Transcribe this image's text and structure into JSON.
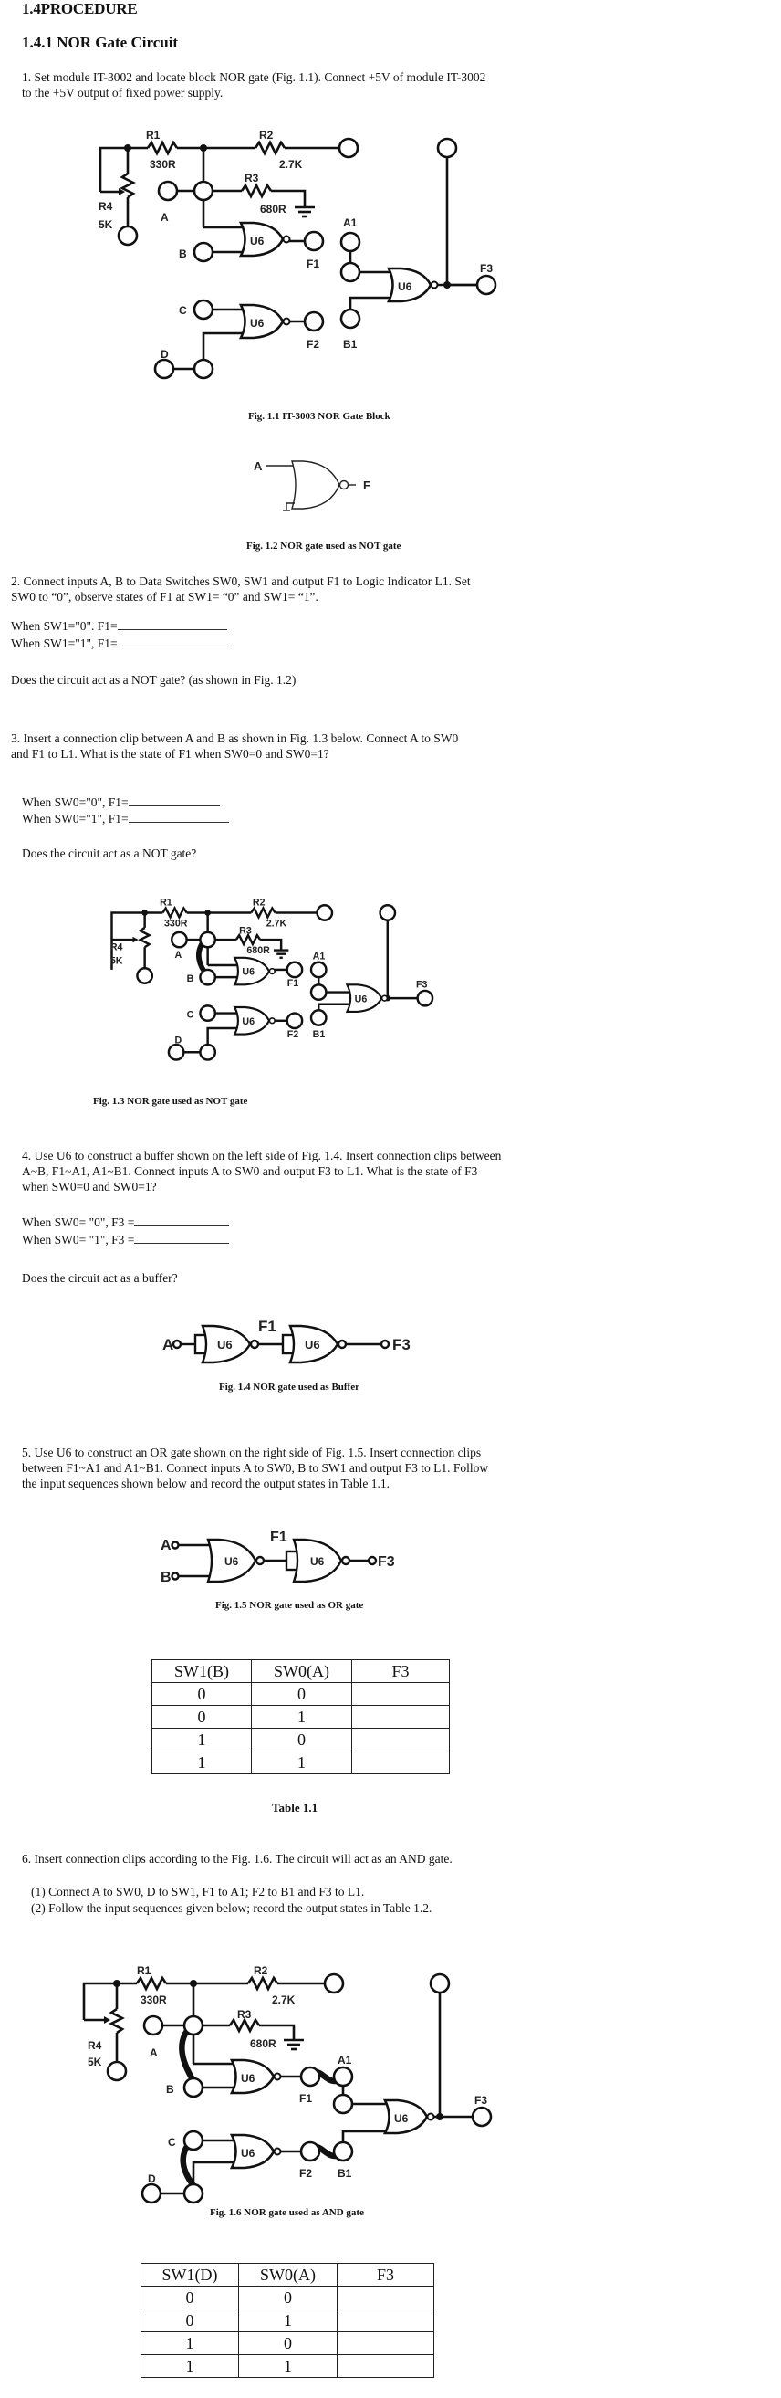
{
  "headings": {
    "section": "1.4PROCEDURE",
    "subsection": "1.4.1 NOR Gate Circuit"
  },
  "step1": {
    "lines": [
      "1. Set module IT-3002 and locate block NOR gate (Fig. 1.1). Connect +5V of module IT-3002",
      "to the +5V output of fixed power supply."
    ]
  },
  "circuit_labels": {
    "r1": "R1",
    "r1_val": "330R",
    "r2": "R2",
    "r2_val": "2.7K",
    "r3": "R3",
    "r3_val": "680R",
    "r4": "R4",
    "r4_val": "5K",
    "a": "A",
    "b": "B",
    "c": "C",
    "d": "D",
    "f1": "F1",
    "f2": "F2",
    "f3": "F3",
    "a1": "A1",
    "b1": "B1",
    "gate": "U6"
  },
  "fig1_1": {
    "caption": "Fig. 1.1 IT-3003 NOR Gate Block"
  },
  "fig1_2": {
    "caption": "Fig. 1.2 NOR gate used as NOT gate",
    "input": "A",
    "output": "F"
  },
  "step2": {
    "lines": [
      "2. Connect inputs A, B to Data Switches SW0, SW1 and output F1 to Logic Indicator L1. Set",
      "SW0 to “0”, observe states of F1 at SW1= “0” and SW1= “1”."
    ],
    "q1": "When SW1=\"0\". F1=",
    "q2": "When SW1=\"1\", F1=",
    "question": "Does the circuit act as a NOT gate? (as shown in Fig. 1.2)"
  },
  "step3": {
    "lines": [
      "3. Insert a connection clip between A and B as shown in Fig. 1.3 below. Connect A to SW0",
      "and F1 to L1. What is the state of F1 when SW0=0 and SW0=1?"
    ],
    "q1": "When SW0=\"0\", F1=",
    "q2": "When SW0=\"1\", F1=",
    "question": "Does the circuit act as a NOT gate?"
  },
  "fig1_3": {
    "caption": "Fig. 1.3 NOR gate used as NOT gate"
  },
  "step4": {
    "lines": [
      "4. Use U6 to construct a buffer shown on the left side of Fig. 1.4. Insert connection clips between",
      "A~B, F1~A1, A1~B1. Connect inputs A to SW0 and output F3 to L1. What is the state of F3",
      "when SW0=0 and SW0=1?"
    ],
    "q1": "When SW0= \"0\", F3 =",
    "q2": "When SW0= \"1\", F3 =",
    "question": "Does the circuit act as a buffer?"
  },
  "fig1_4": {
    "caption": "Fig. 1.4 NOR gate used as Buffer",
    "input": "A",
    "mid": "F1",
    "output": "F3",
    "gate": "U6"
  },
  "step5": {
    "lines": [
      "5. Use U6 to construct an OR gate shown on the right side of Fig. 1.5. Insert connection clips",
      "between F1~A1 and A1~B1. Connect inputs A to SW0, B to SW1 and output F3 to L1. Follow",
      "the input sequences shown below and record the output states in Table 1.1."
    ]
  },
  "fig1_5": {
    "caption": "Fig. 1.5 NOR gate used as OR gate",
    "input_a": "A",
    "input_b": "B",
    "mid": "F1",
    "output": "F3",
    "gate": "U6"
  },
  "table1_1": {
    "caption": "Table 1.1",
    "headers": [
      "SW1(B)",
      "SW0(A)",
      "F3"
    ],
    "rows": [
      [
        "0",
        "0",
        ""
      ],
      [
        "0",
        "1",
        ""
      ],
      [
        "1",
        "0",
        ""
      ],
      [
        "1",
        "1",
        ""
      ]
    ]
  },
  "step6": {
    "line": "6. Insert connection clips according to the Fig. 1.6. The circuit will act as an AND gate.",
    "sub1": "(1) Connect A to SW0, D to SW1, F1 to A1; F2 to B1 and F3 to L1.",
    "sub2": "(2) Follow the input sequences given below; record the output states in Table 1.2."
  },
  "fig1_6": {
    "caption": "Fig. 1.6 NOR gate used as AND gate"
  },
  "table1_2": {
    "headers": [
      "SW1(D)",
      "SW0(A)",
      "F3"
    ],
    "rows": [
      [
        "0",
        "0",
        ""
      ],
      [
        "0",
        "1",
        ""
      ],
      [
        "1",
        "0",
        ""
      ],
      [
        "1",
        "1",
        ""
      ]
    ]
  }
}
